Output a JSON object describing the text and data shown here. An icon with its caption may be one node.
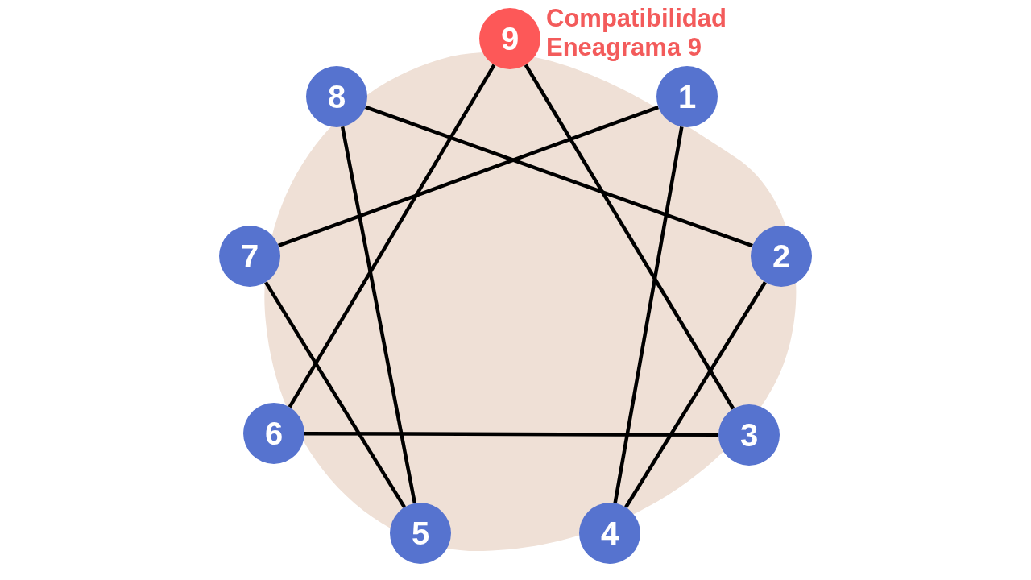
{
  "diagram": {
    "title": "Compatibilidad Eneagrama 9",
    "nodes": [
      {
        "text": [
          "9"
        ]
      },
      {
        "text": [
          "8"
        ]
      },
      {
        "text": [
          "1"
        ]
      },
      {
        "text": [
          "7"
        ]
      },
      {
        "text": [
          "2"
        ]
      },
      {
        "text": [
          "6"
        ]
      },
      {
        "text": [
          "3"
        ]
      },
      {
        "text": [
          "5"
        ]
      },
      {
        "text": [
          "4"
        ]
      }
    ],
    "edges": [
      {
        "from": 0,
        "to": 6,
        "arrow": "none"
      },
      {
        "from": 0,
        "to": 5,
        "arrow": "none"
      },
      {
        "from": 5,
        "to": 6,
        "arrow": "none"
      },
      {
        "from": 2,
        "to": 8,
        "arrow": "none"
      },
      {
        "from": 8,
        "to": 4,
        "arrow": "none"
      },
      {
        "from": 4,
        "to": 1,
        "arrow": "none"
      },
      {
        "from": 1,
        "to": 7,
        "arrow": "none"
      },
      {
        "from": 7,
        "to": 3,
        "arrow": "none"
      },
      {
        "from": 3,
        "to": 2,
        "arrow": "none"
      }
    ]
  }
}
